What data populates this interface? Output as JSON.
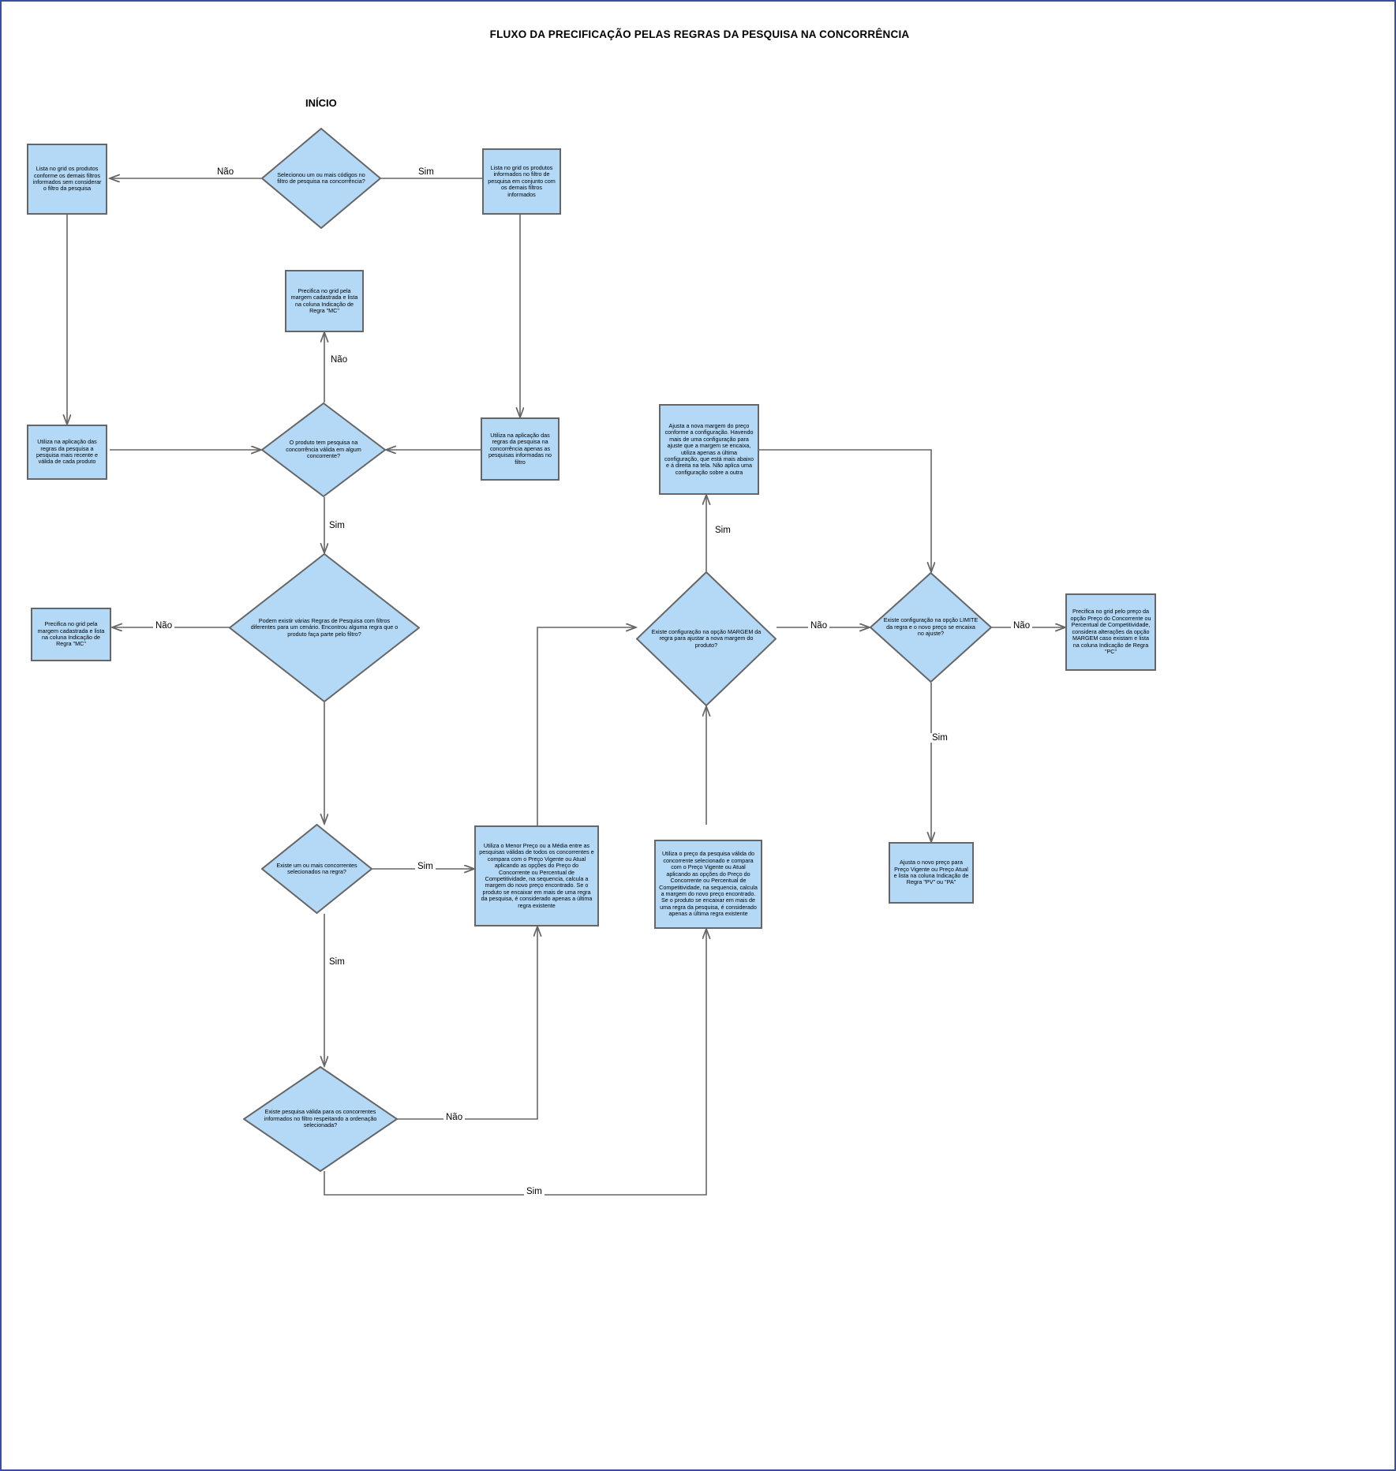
{
  "diagram": {
    "title": "FLUXO DA PRECIFICAÇÃO PELAS REGRAS DA PESQUISA NA CONCORRÊNCIA",
    "start_label": "INÍCIO",
    "colors": {
      "node_fill": "#b3d9f7",
      "node_border": "#666666",
      "connector": "#666666",
      "page_border": "#3b4fa0",
      "text": "#000000"
    }
  },
  "nodes": {
    "lista_demais_filtros": {
      "type": "process",
      "text": "Lista no grid os produtos conforme os demais filtros informados sem considerar o filtro da pesquisa"
    },
    "selecionou_codigos": {
      "type": "decision",
      "text": "Selecionou um ou mais códigos no filtro de pesquisa na concorrência?"
    },
    "lista_filtro_pesquisa": {
      "type": "process",
      "text": "Lista no grid os produtos informados no filtro de pesquisa em conjunto com os demais filtros informados"
    },
    "precifica_margem_mc_topo": {
      "type": "process",
      "text": "Precifica no grid pela margem cadastrada e lista na coluna Indicação de Regra \"MC\""
    },
    "utiliza_pesquisa_recente": {
      "type": "process",
      "text": "Utiliza na aplicação das regras da pesquisa a pesquisa mais recente e válida de cada produto"
    },
    "produto_tem_pesquisa": {
      "type": "decision",
      "text": "O produto tem pesquisa na concorrência válida em algum concorrente?"
    },
    "utiliza_pesquisas_filtro": {
      "type": "process",
      "text": "Utiliza na aplicação das regras da pesquisa na concorrência apenas as pesquisas informadas no filtro"
    },
    "ajusta_nova_margem": {
      "type": "process",
      "text": "Ajusta a nova margem do preço conforme a configuração. Havendo mais de uma configuração para ajuste que a margem se encaixa, utiliza apenas a última configuração, que está mais abaixo e á direita na tela. Não aplica uma configuração sobre a outra"
    },
    "precifica_margem_mc_esq": {
      "type": "process",
      "text": "Precifica no grid pela margem cadastrada e lista na coluna Indicação de Regra \"MC\""
    },
    "podem_existir_regras": {
      "type": "decision",
      "text": "Podem existir várias Regras de Pesquisa com filtros diferentes para um cenário. Encontrou alguma regra que o produto faça parte pelo filtro?"
    },
    "existe_config_margem": {
      "type": "decision",
      "text": "Existe configuração na opção MARGEM da regra para ajustar a nova margem do produto?"
    },
    "existe_config_limite": {
      "type": "decision",
      "text": "Existe configuração na opção LIMITE da regra e o novo preço se encaixa no ajuste?"
    },
    "precifica_preco_pc": {
      "type": "process",
      "text": "Precifica no grid pelo preço da opção Preço do Concorrente ou Percentual de Competitividade, considera alterações da opção MARGEM caso existam e lista na coluna Indicação de Regra \"PC\""
    },
    "existe_concorrentes_regra": {
      "type": "decision",
      "text": "Existe um ou mais concorrentes selecionados na regra?"
    },
    "utiliza_menor_preco_media": {
      "type": "process",
      "text": "Utiliza o Menor Preço ou a Média entre as pesquisas válidas de todos os concorrentes e compara com o Preço Vigente ou Atual aplicando as opções do Preço do Concorrente ou Percentual de Competitividade, na sequencia, calcula a margem do novo preço encontrado. Se o produto se encaixar em mais de uma regra da pesquisa, é considerado apenas a última regra existente"
    },
    "utiliza_preco_concorrente_sel": {
      "type": "process",
      "text": "Utiliza o preço da pesquisa válida do concorrente selecionado e compara com o Preço Vigente ou Atual aplicando as opções do Preço do Concorrente ou Percentual de Competitividade, na sequencia, calcula a margem do novo preço encontrado. Se o produto se encaixar em mais de uma regra da pesquisa, é considerado apenas a última regra existente"
    },
    "ajusta_novo_preco_pv_pa": {
      "type": "process",
      "text": "Ajusta o novo preço para Preço Vigente ou Preço Atual e lista na coluna Indicação de Regra \"PV\" ou \"PA\""
    },
    "existe_pesquisa_valida_ordenacao": {
      "type": "decision",
      "text": "Existe pesquisa válida para os concorrentes informados no filtro respeitando a ordenação selecionada?"
    }
  },
  "edge_labels": {
    "nao_selecionou": "Não",
    "sim_selecionou": "Sim",
    "nao_produto_pesquisa": "Não",
    "sim_produto_pesquisa": "Sim",
    "nao_regras": "Não",
    "sim_concorrentes": "Sim",
    "sim_concorrentes_abaixo": "Sim",
    "nao_pesquisa_valida": "Não",
    "sim_pesquisa_valida": "Sim",
    "sim_margem": "Sim",
    "nao_margem": "Não",
    "sim_limite": "Sim",
    "nao_limite": "Não"
  }
}
